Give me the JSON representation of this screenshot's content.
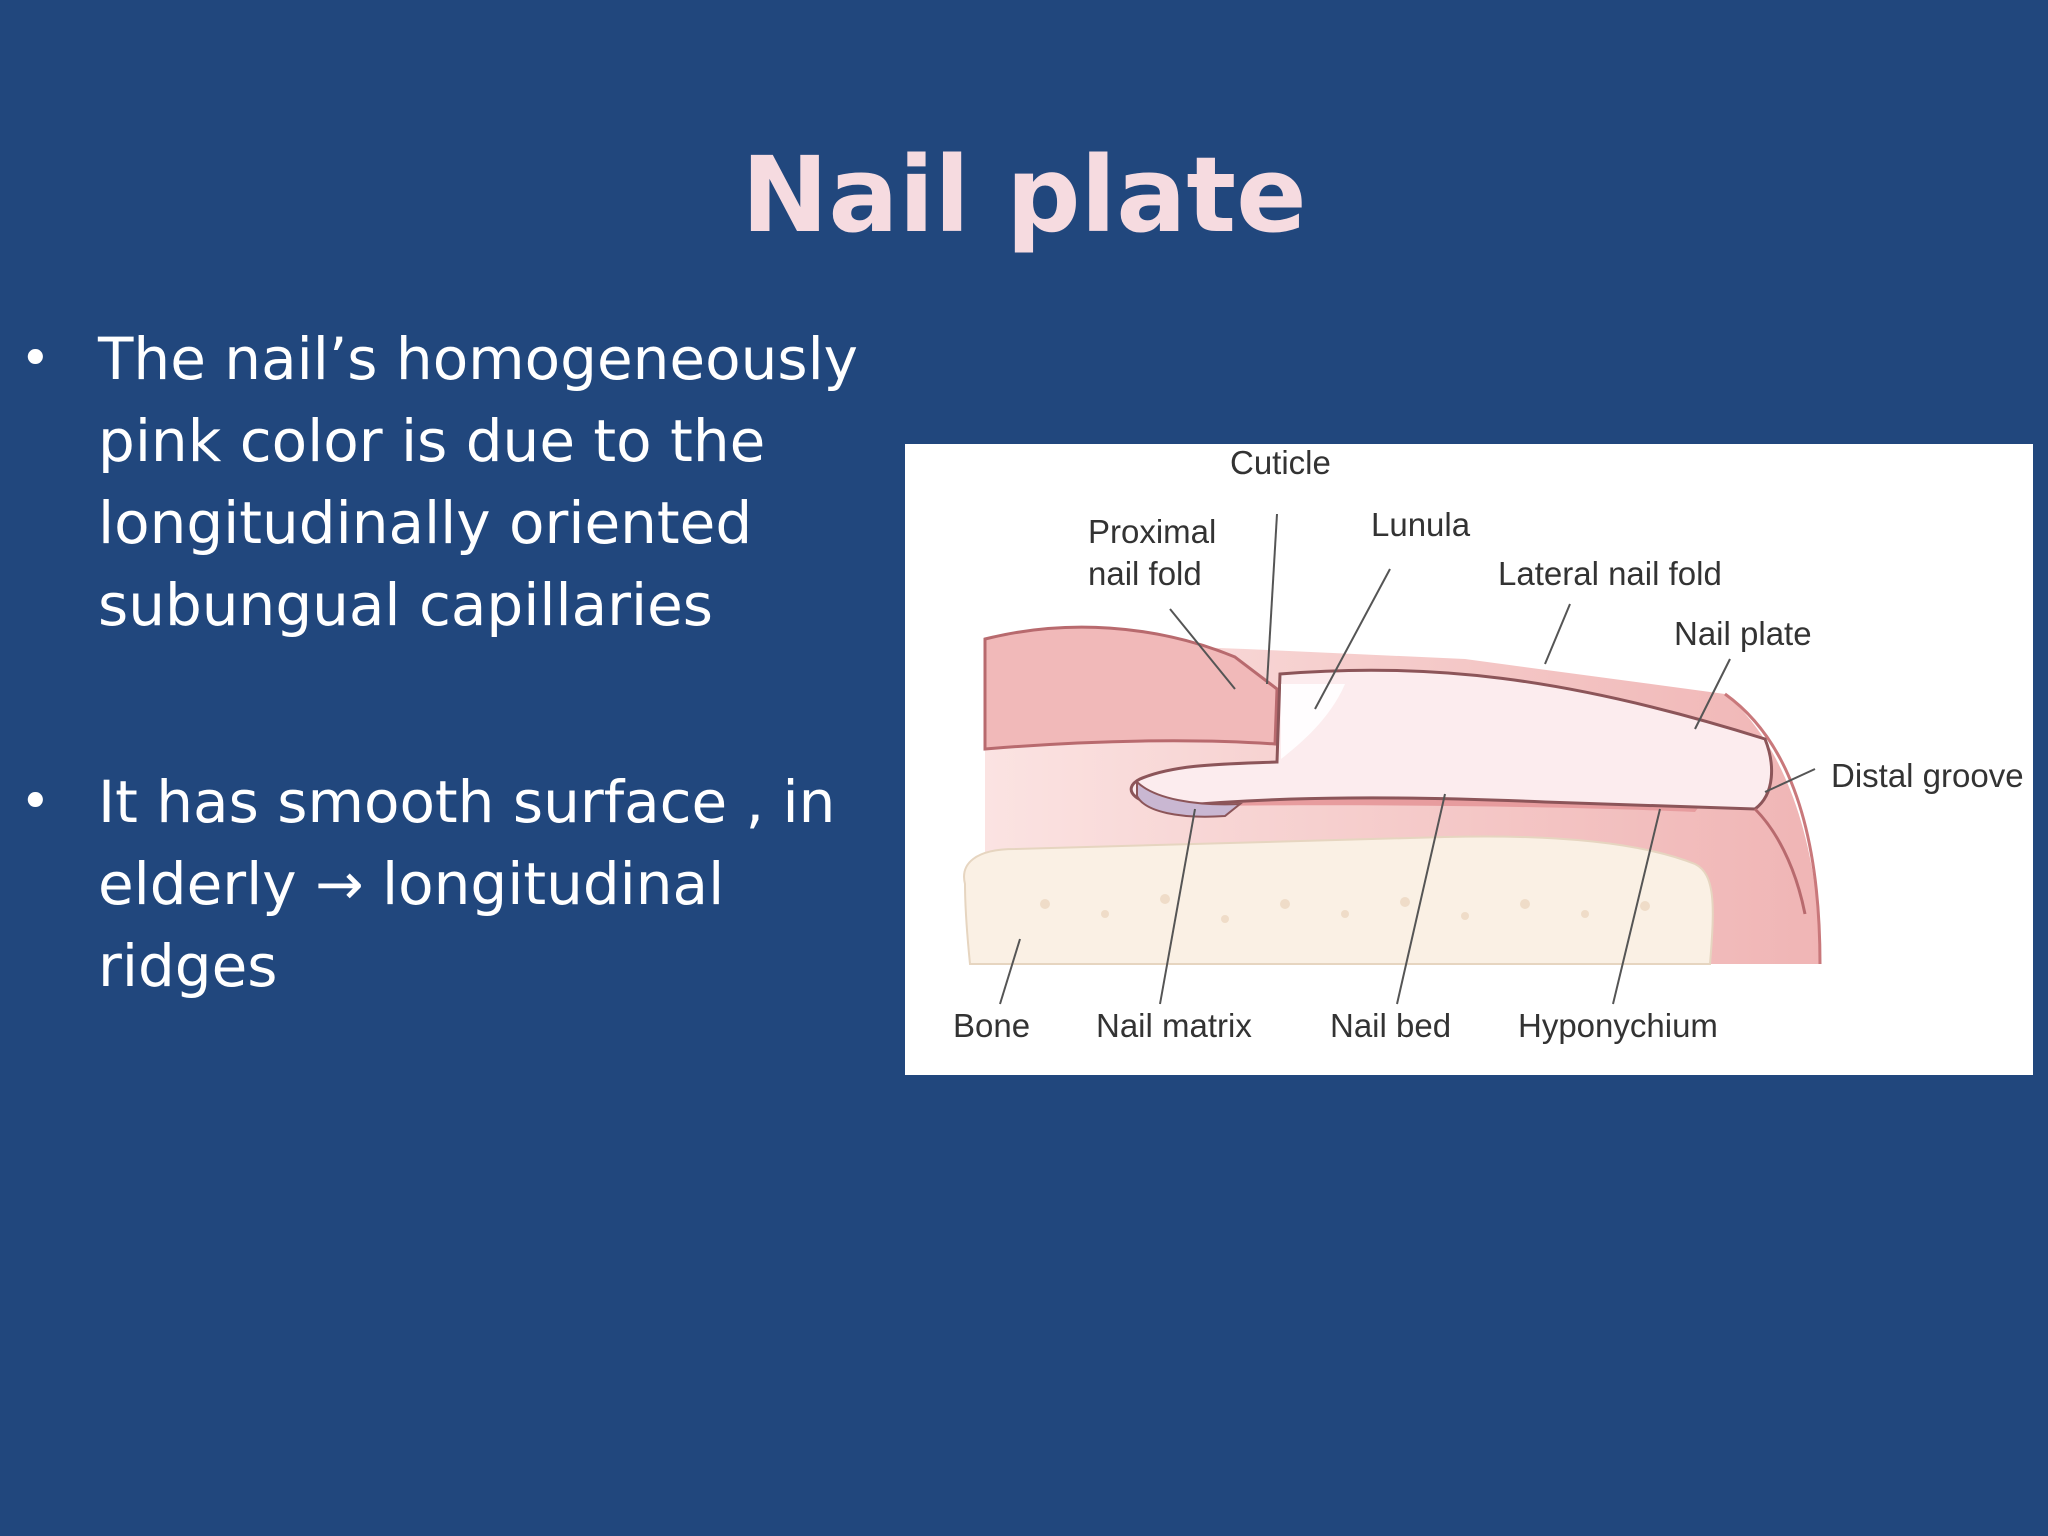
{
  "slide": {
    "title": "Nail plate",
    "bullets": [
      "The nail’s homogeneously pink color is due to the longitudinally oriented subungual capillaries",
      "It has smooth surface , in elderly → longitudinal ridges"
    ],
    "bullet_symbol": "•"
  },
  "diagram": {
    "labels": {
      "cuticle": "Cuticle",
      "proximal_nail_fold_line1": "Proximal",
      "proximal_nail_fold_line2": "nail fold",
      "lunula": "Lunula",
      "lateral_nail_fold": "Lateral nail fold",
      "nail_plate": "Nail plate",
      "distal_groove": "Distal groove",
      "bone": "Bone",
      "nail_matrix": "Nail matrix",
      "nail_bed": "Nail bed",
      "hyponychium": "Hyponychium"
    },
    "colors": {
      "background": "#21477d",
      "title": "#f6dbe0",
      "skin": "#f3c1c0",
      "skin_dark": "#e9a3a4",
      "nail": "#fbe7e9",
      "bone": "#faf0e4"
    }
  }
}
